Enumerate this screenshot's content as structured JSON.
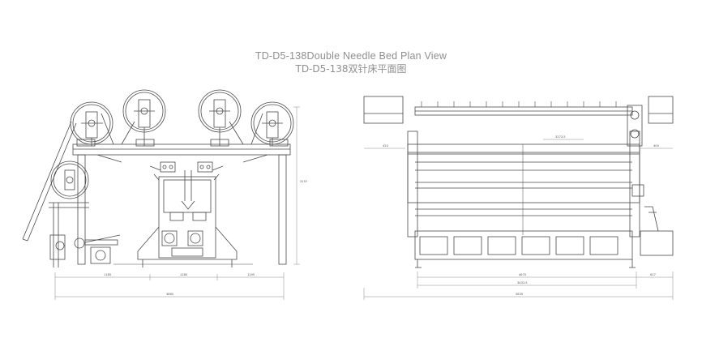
{
  "title_en": "TD-D5-138Double Needle Bed Plan View",
  "title_cn": "TD-D5-138双针床平面图",
  "side_view": {
    "dims_bottom": [
      "1185",
      "1280",
      "1195"
    ],
    "dim_total": "3865",
    "dim_height": "3197"
  },
  "front_view": {
    "dim_top_left": "420",
    "dim_top_right": "400",
    "dim_top_center": "3273.5",
    "dims_bottom": [
      "4670",
      "617"
    ],
    "dim_mid": "3433.5",
    "dim_total": "5835"
  },
  "colors": {
    "line": "#4a4a4a",
    "title": "#8f8f8f",
    "dim": "#777777"
  }
}
